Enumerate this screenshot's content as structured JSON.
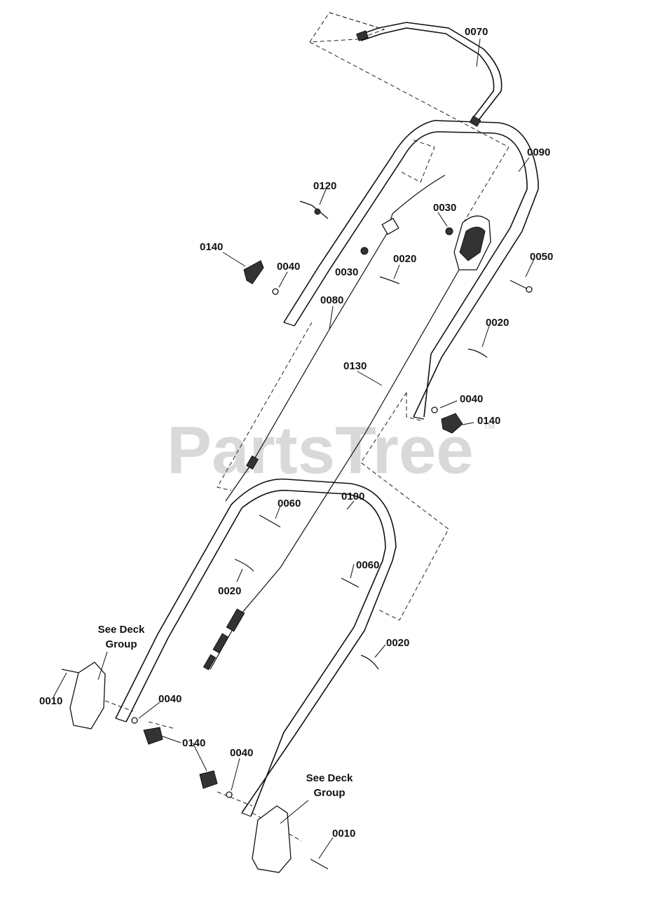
{
  "watermark": {
    "brand": "PartsTree",
    "trademark": "TM"
  },
  "callouts": [
    {
      "id": "c-0070",
      "text": "0070"
    },
    {
      "id": "c-0090",
      "text": "0090"
    },
    {
      "id": "c-0120",
      "text": "0120"
    },
    {
      "id": "c-0030a",
      "text": "0030"
    },
    {
      "id": "c-0140a",
      "text": "0140"
    },
    {
      "id": "c-0040a",
      "text": "0040"
    },
    {
      "id": "c-0030b",
      "text": "0030"
    },
    {
      "id": "c-0020a",
      "text": "0020"
    },
    {
      "id": "c-0050",
      "text": "0050"
    },
    {
      "id": "c-0080",
      "text": "0080"
    },
    {
      "id": "c-0020b",
      "text": "0020"
    },
    {
      "id": "c-0130",
      "text": "0130"
    },
    {
      "id": "c-0040b",
      "text": "0040"
    },
    {
      "id": "c-0140b",
      "text": "0140"
    },
    {
      "id": "c-0060a",
      "text": "0060"
    },
    {
      "id": "c-0100",
      "text": "0100"
    },
    {
      "id": "c-0060b",
      "text": "0060"
    },
    {
      "id": "c-0020c",
      "text": "0020"
    },
    {
      "id": "c-0020d",
      "text": "0020"
    },
    {
      "id": "c-0010a",
      "text": "0010"
    },
    {
      "id": "c-0040c",
      "text": "0040"
    },
    {
      "id": "c-0140c",
      "text": "0140"
    },
    {
      "id": "c-0040d",
      "text": "0040"
    },
    {
      "id": "c-0010b",
      "text": "0010"
    }
  ],
  "notes": [
    {
      "id": "deck-left",
      "line1": "See Deck",
      "line2": "Group"
    },
    {
      "id": "deck-right",
      "line1": "See Deck",
      "line2": "Group"
    }
  ]
}
